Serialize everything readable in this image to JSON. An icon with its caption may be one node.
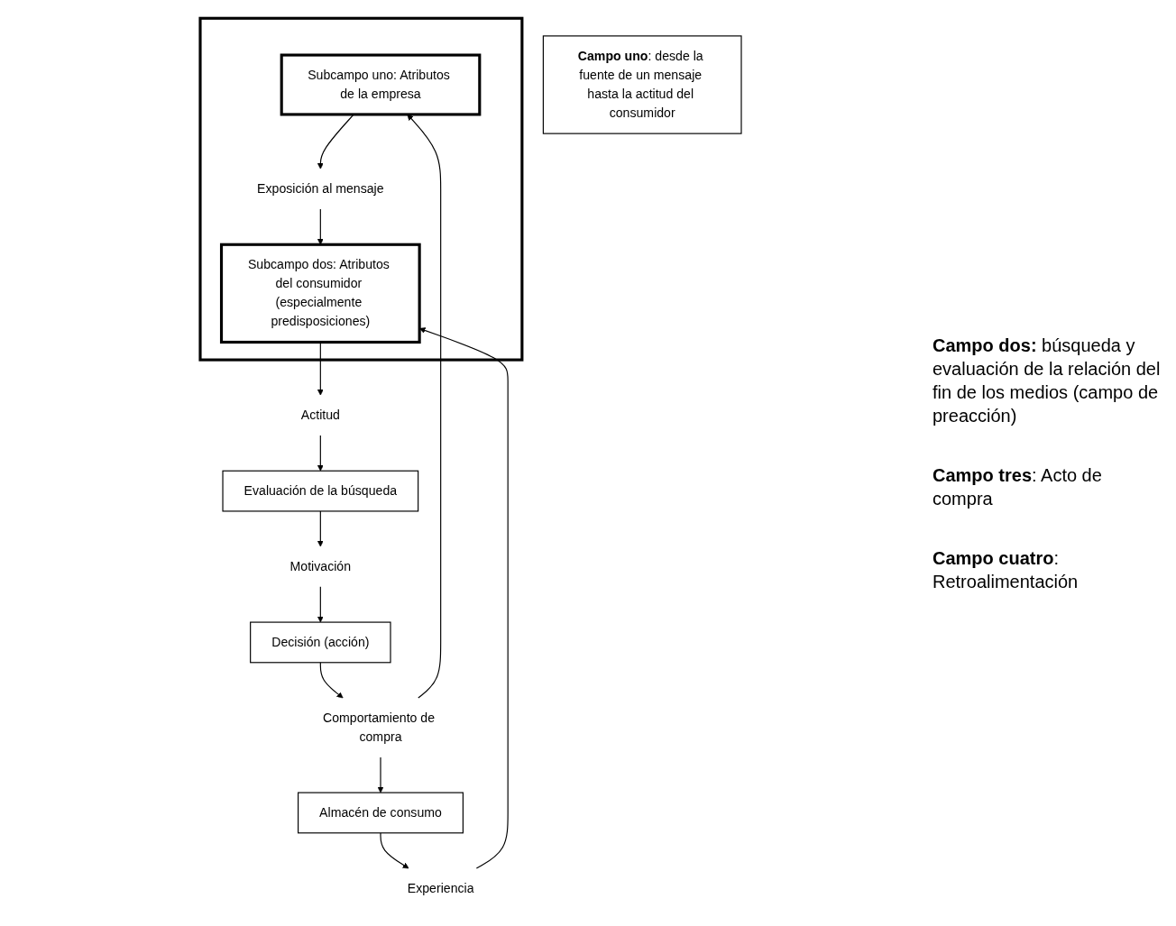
{
  "diagram": {
    "nodes": [
      {
        "text": [
          "**Campo uno**: desde la fuente de un mensaje hasta la actitud del consumidor"
        ]
      },
      {
        "text": [],
        "shape": "box"
      },
      {
        "text": [
          "Subcampo uno: Atributos de la empresa"
        ],
        "in": 1
      },
      {
        "text": [
          "Exposición al mensaje"
        ],
        "in": 1
      },
      {
        "text": [
          "Subcampo dos: Atributos del consumidor (especialmente predisposiciones)"
        ],
        "in": 1
      },
      {
        "text": [
          "Actitud"
        ]
      },
      {
        "text": [
          "Evaluación de la búsqueda"
        ]
      },
      {
        "text": [
          "Motivación"
        ]
      },
      {
        "text": [
          "Experiencia"
        ]
      },
      {
        "text": [
          "Decisión (acción)"
        ]
      },
      {
        "text": [
          "Almacén de consumo"
        ]
      },
      {
        "text": [
          "Comportamiento de compra"
        ]
      }
    ],
    "edges": [
      {
        "from": 2,
        "to": 3,
        "arrow": "to"
      },
      {
        "from": 3,
        "to": 4,
        "arrow": "to"
      },
      {
        "from": 4,
        "to": 5,
        "arrow": "to"
      },
      {
        "from": 5,
        "to": 6,
        "arrow": "to"
      },
      {
        "from": 6,
        "to": 7,
        "arrow": "to"
      },
      {
        "from": 7,
        "to": 9,
        "arrow": "to"
      },
      {
        "from": 9,
        "to": 11,
        "arrow": "to"
      },
      {
        "from": 11,
        "to": 10,
        "arrow": "to"
      },
      {
        "from": 10,
        "to": 8,
        "arrow": "to"
      },
      {
        "from": 8,
        "to": 4,
        "arrow": "to"
      },
      {
        "from": 11,
        "to": 2,
        "arrow": "to"
      }
    ],
    "labels": [
      "**Campo dos:** búsqueda y evaluación de la relación del fin de los medios (campo de preacción)",
      "**Campo tres**: Acto de compra",
      "**Campo cuatro**: Retroalimentación"
    ]
  }
}
